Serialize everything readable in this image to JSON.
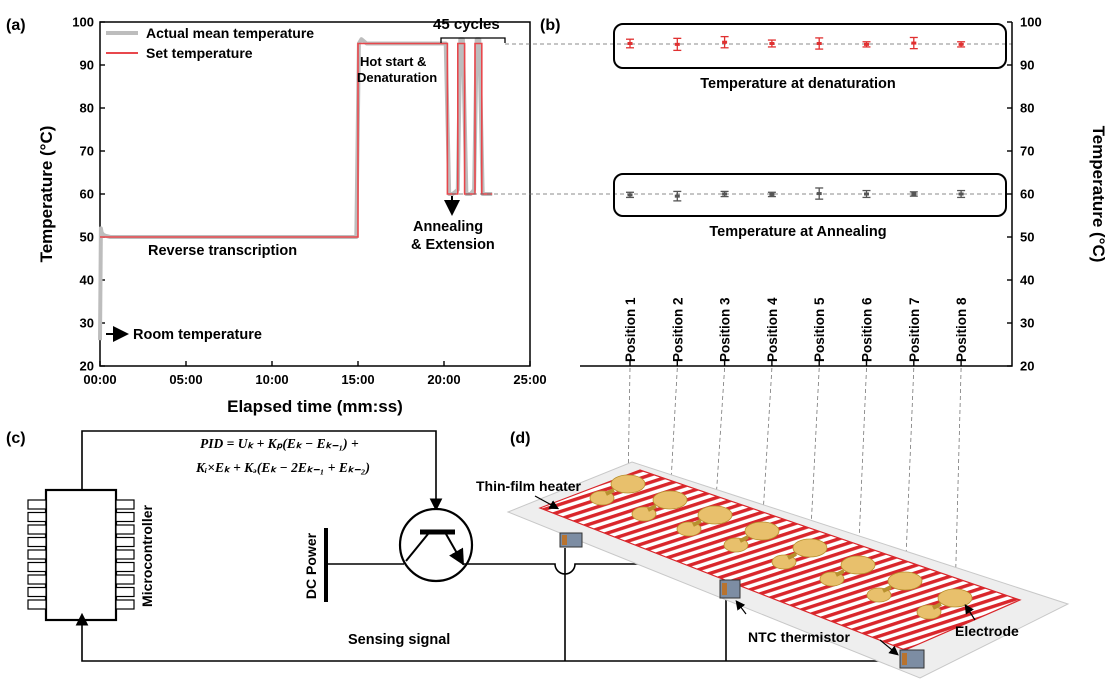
{
  "panel_a": {
    "label": "(a)",
    "legend": [
      "Actual mean temperature",
      "Set temperature"
    ],
    "xlabel": "Elapsed time (mm:ss)",
    "ylabel": "Temperature (°C)",
    "annotations": {
      "reverse_transcription": "Reverse transcription",
      "room_temperature": "Room temperature",
      "hot_start_1": "Hot start &",
      "hot_start_2": "Denaturation",
      "annealing_1": "Annealing",
      "annealing_2": "& Extension",
      "cycles": "45 cycles"
    }
  },
  "panel_b": {
    "label": "(b)",
    "ylabel": "Temperature (°C)",
    "denaturation_label": "Temperature at denaturation",
    "annealing_label": "Temperature at Annealing"
  },
  "panel_c": {
    "label": "(c)",
    "microcontroller": "Microcontroller",
    "dc_power": "DC Power",
    "sensing_signal": "Sensing signal",
    "pid_line1": "PID = Uₖ + Kₚ(Eₖ − Eₖ₋₁) +",
    "pid_line2": "Kᵢ×Eₖ + Kₔ(Eₖ − 2Eₖ₋₁ + Eₖ₋₂)"
  },
  "panel_d": {
    "label": "(d)",
    "heater": "Thin-film heater",
    "thermistor": "NTC thermistor",
    "electrode": "Electrode"
  },
  "colors": {
    "actual": "#bdbdbd",
    "set": "#e8474c",
    "heater": "#d9262b",
    "electrode": "#e8c06c",
    "denat_marker": "#e03030",
    "anneal_marker": "#555555"
  },
  "chart_data": [
    {
      "type": "line",
      "xlabel": "Elapsed time (mm:ss)",
      "ylabel": "Temperature (°C)",
      "xlim": [
        0,
        25
      ],
      "ylim": [
        20,
        100
      ],
      "x_ticks": [
        "00:00",
        "05:00",
        "10:00",
        "15:00",
        "20:00",
        "25:00"
      ],
      "y_ticks": [
        20,
        30,
        40,
        50,
        60,
        70,
        80,
        90,
        100
      ],
      "series": [
        {
          "name": "Actual mean temperature",
          "x": [
            0,
            0.05,
            0.1,
            0.2,
            0.3,
            0.6,
            1,
            5,
            10,
            14.9,
            15.05,
            15.2,
            15.5,
            17,
            20.1,
            20.3,
            20.5,
            20.8,
            20.95,
            21.1,
            21.3,
            21.55,
            21.75,
            21.9,
            22.05,
            22.25,
            22.5,
            22.8
          ],
          "values": [
            26,
            52,
            51,
            50.5,
            50.3,
            50,
            50,
            50,
            50,
            50,
            95,
            96,
            95,
            95,
            95,
            60,
            60,
            61,
            96,
            96,
            60,
            60,
            61,
            96,
            96,
            60,
            60,
            60
          ]
        },
        {
          "name": "Set temperature",
          "x": [
            0,
            15,
            15,
            20.2,
            20.2,
            20.8,
            20.8,
            21.2,
            21.2,
            21.8,
            21.8,
            22.2,
            22.2,
            22.8
          ],
          "values": [
            50,
            50,
            95,
            95,
            60,
            60,
            95,
            95,
            60,
            60,
            95,
            95,
            60,
            60
          ]
        }
      ]
    },
    {
      "type": "scatter",
      "ylabel": "Temperature (°C)",
      "ylim": [
        20,
        100
      ],
      "y_ticks": [
        20,
        30,
        40,
        50,
        60,
        70,
        80,
        90,
        100
      ],
      "categories": [
        "Position 1",
        "Position 2",
        "Position 3",
        "Position 4",
        "Position 5",
        "Position 6",
        "Position 7",
        "Position 8"
      ],
      "series": [
        {
          "name": "Temperature at denaturation",
          "values": [
            95,
            94.8,
            95.3,
            95,
            95,
            94.8,
            95.1,
            94.8
          ],
          "errors": [
            1.0,
            1.4,
            1.3,
            0.8,
            1.3,
            0.6,
            1.3,
            0.6
          ]
        },
        {
          "name": "Temperature at Annealing",
          "values": [
            59.8,
            59.5,
            60,
            59.9,
            60.1,
            60,
            60,
            60
          ],
          "errors": [
            0.6,
            1.1,
            0.6,
            0.5,
            1.3,
            0.8,
            0.5,
            0.8
          ]
        }
      ]
    }
  ]
}
